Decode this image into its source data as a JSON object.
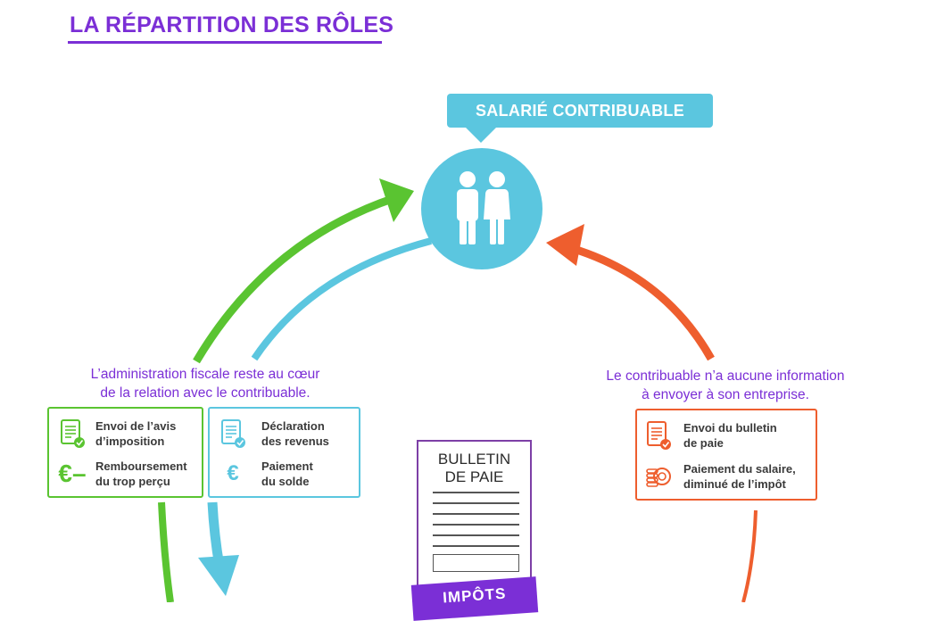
{
  "title": "LA RÉPARTITION DES RÔLES",
  "colors": {
    "purple": "#7b2fd6",
    "teal": "#5bc6df",
    "green": "#5ac431",
    "orange": "#ee5e2e",
    "text": "#3a3a3a",
    "doc_border": "#7d3fa6"
  },
  "salarie": {
    "label": "SALARIÉ CONTRIBUABLE",
    "icon": "people-icon"
  },
  "left_note": {
    "line1": "L’administration fiscale reste au cœur",
    "line2": "de la relation avec le contribuable."
  },
  "right_note": {
    "line1": "Le contribuable n’a aucune information",
    "line2": "à envoyer à son entreprise."
  },
  "admin_box": {
    "items": [
      {
        "icon": "document-check-icon",
        "line1": "Envoi de l’avis",
        "line2": "d’imposition"
      },
      {
        "icon": "euro-minus-icon",
        "line1": "Remboursement",
        "line2": "du trop perçu"
      }
    ]
  },
  "contribuable_box": {
    "items": [
      {
        "icon": "document-check-icon",
        "line1": "Déclaration",
        "line2": "des revenus"
      },
      {
        "icon": "euro-icon",
        "line1": "Paiement",
        "line2": "du solde"
      }
    ]
  },
  "entreprise_box": {
    "items": [
      {
        "icon": "document-check-icon",
        "line1": "Envoi du bulletin",
        "line2": "de paie"
      },
      {
        "icon": "coins-icon",
        "line1": "Paiement du salaire,",
        "line2": "diminué de l’impôt"
      }
    ]
  },
  "bulletin": {
    "title": "BULLETIN\nDE PAIE",
    "stamp": "IMPÔTS"
  }
}
